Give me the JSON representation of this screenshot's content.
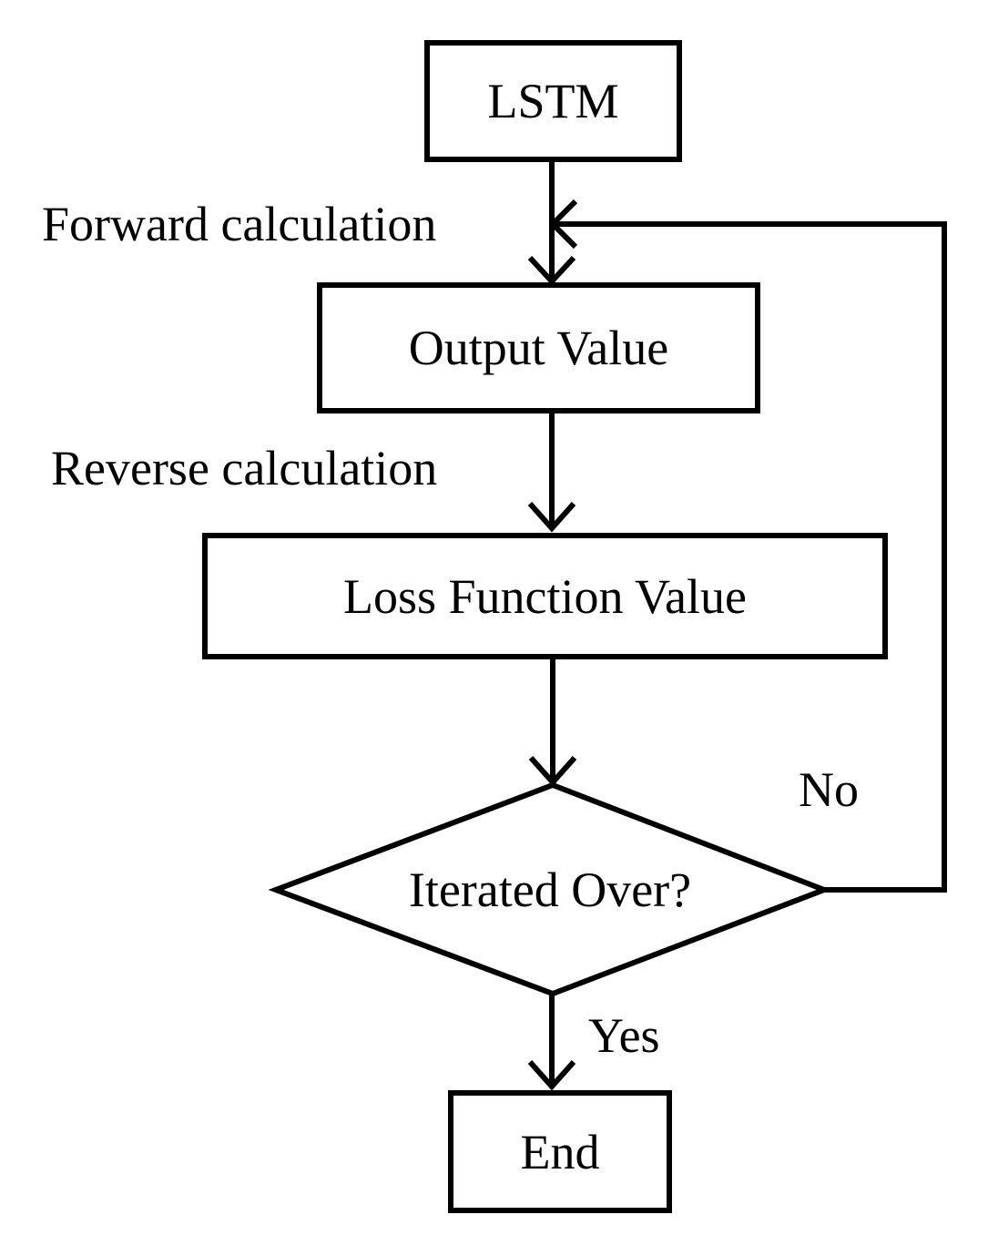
{
  "flowchart": {
    "background": "#ffffff",
    "stroke_color": "#000000",
    "text_color": "#000000",
    "nodes": {
      "lstm": {
        "label": "LSTM",
        "shape": "rectangle"
      },
      "output_value": {
        "label": "Output Value",
        "shape": "rectangle"
      },
      "loss_function_value": {
        "label": "Loss Function Value",
        "shape": "rectangle"
      },
      "decision": {
        "label": "Iterated Over?",
        "shape": "diamond"
      },
      "end": {
        "label": "End",
        "shape": "rectangle"
      }
    },
    "edge_labels": {
      "forward": "Forward calculation",
      "reverse": "Reverse calculation",
      "no": "No",
      "yes": "Yes"
    },
    "edges": [
      {
        "from": "LSTM",
        "to": "Output Value",
        "label": "Forward calculation"
      },
      {
        "from": "Output Value",
        "to": "Loss Function Value",
        "label": "Reverse calculation"
      },
      {
        "from": "Loss Function Value",
        "to": "Iterated Over?",
        "label": ""
      },
      {
        "from": "Iterated Over?",
        "to": "End",
        "label": "Yes"
      },
      {
        "from": "Iterated Over?",
        "to": "Forward calculation arrow junction",
        "label": "No"
      }
    ]
  }
}
